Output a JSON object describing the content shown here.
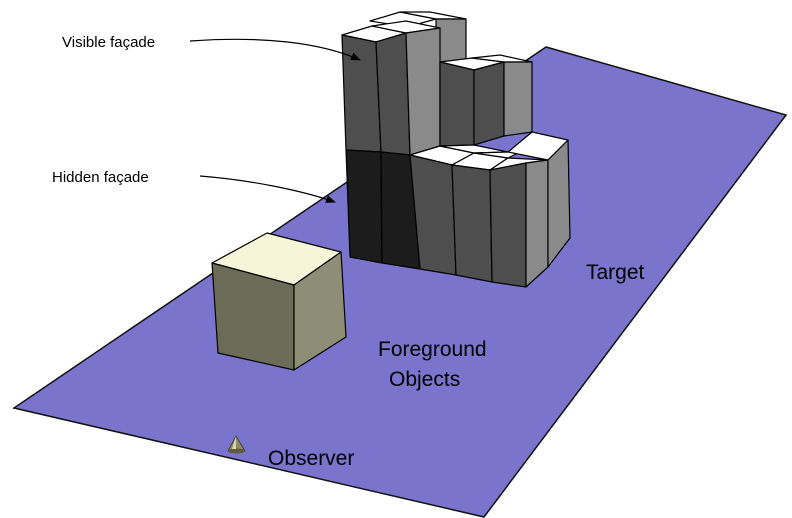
{
  "labels": {
    "visible_facade": "Visible façade",
    "hidden_facade": "Hidden façade",
    "target": "Target",
    "foreground_line1": "Foreground",
    "foreground_line2": "Objects",
    "observer": "Observer"
  },
  "colors": {
    "ground": "#7b74cc",
    "ground_edge": "#111111",
    "facade_visible": "#4e4e4e",
    "facade_hidden": "#1c1c1c",
    "side_face": "#8a8a8a",
    "top_face": "#ffffff",
    "fg_box_front": "#6b6b58",
    "fg_box_side": "#8e8e76",
    "fg_box_top": "#f6f5d8",
    "observer_marker": "#8f8a62"
  }
}
